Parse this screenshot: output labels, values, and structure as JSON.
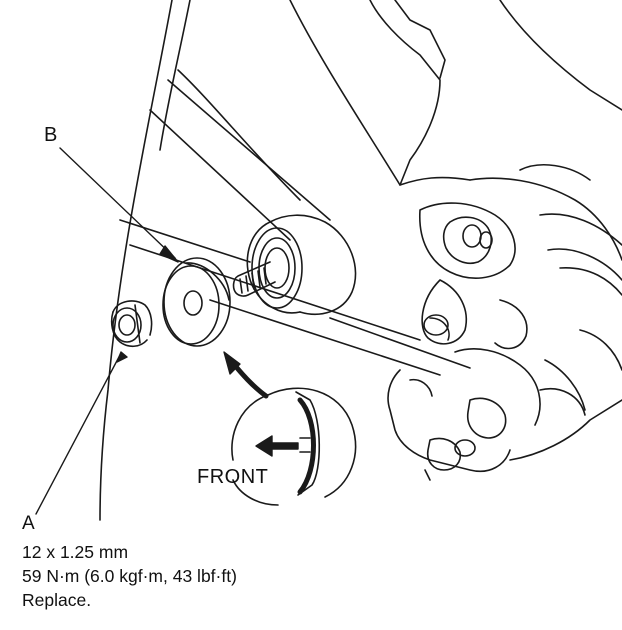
{
  "labels": {
    "part_b": "B",
    "part_a": "A",
    "front": "FRONT"
  },
  "spec": {
    "size": "12 x 1.25 mm",
    "torque": "59 N·m (6.0 kgf·m, 43 lbf·ft)",
    "note": "Replace."
  },
  "colors": {
    "line": "#1a1a1a",
    "background": "#ffffff"
  }
}
